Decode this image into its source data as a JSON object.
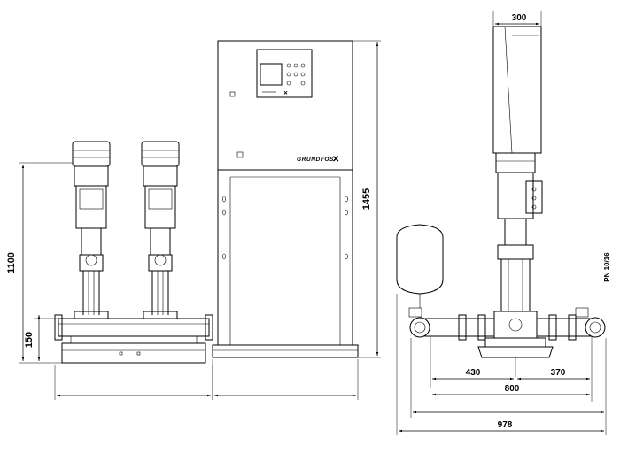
{
  "diagram": {
    "brand_logo": "GRUNDFOS",
    "pressure_rating": "PN 10/16",
    "dimensions": {
      "front_height": "1100",
      "manifold_height": "150",
      "cabinet_height": "1455",
      "cabinet_depth": "300",
      "side_left_to_center": "430",
      "side_center_to_right": "370",
      "side_manifold_width": "800",
      "side_overall_width": "978"
    }
  }
}
